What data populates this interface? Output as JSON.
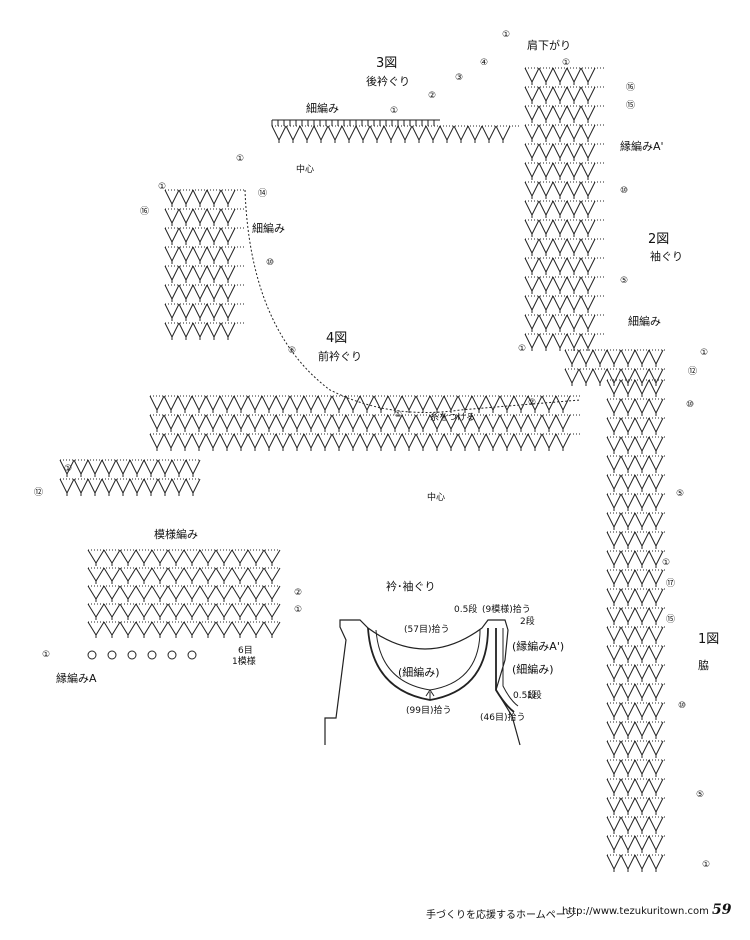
{
  "fig3": {
    "title": "3図",
    "subtitle": "後衿ぐり",
    "label_stitch": "細編み",
    "center": "中心"
  },
  "fig4": {
    "title": "4図",
    "subtitle": "前衿ぐり",
    "label_stitch": "細編み",
    "attach": "糸をつける",
    "center": "中心"
  },
  "fig2": {
    "title": "2図",
    "subtitle": "袖ぐり",
    "label_edge": "縁編みA'",
    "label_stitch": "細編み",
    "shoulder": "肩下がり"
  },
  "fig1": {
    "title": "1図",
    "subtitle": "脇"
  },
  "pattern": {
    "title": "模様編み",
    "edge": "縁編みA",
    "repeat_count": "6目",
    "repeat_unit": "1模様"
  },
  "schematic": {
    "title": "衿･袖ぐり",
    "neck_top": "(57目)拾う",
    "neck_bottom": "(99目)拾う",
    "neck_inner": "(細編み)",
    "arm_top": "(9模様)拾う",
    "arm_edge": "(縁編みA')",
    "arm_stitch": "(細編み)",
    "arm_bottom": "(46目)拾う",
    "row_a": "0.5段",
    "row_b": "2段",
    "row_c": "0.5段",
    "row_d": "1段"
  },
  "markers": [
    "①",
    "②",
    "③",
    "④",
    "⑤",
    "⑩",
    "⑫",
    "⑭",
    "⑮",
    "⑯",
    "⑰"
  ],
  "footer": {
    "text": "手づくりを応援するホームページ",
    "url": "http://www.tezukuritown.com",
    "page": "59"
  }
}
